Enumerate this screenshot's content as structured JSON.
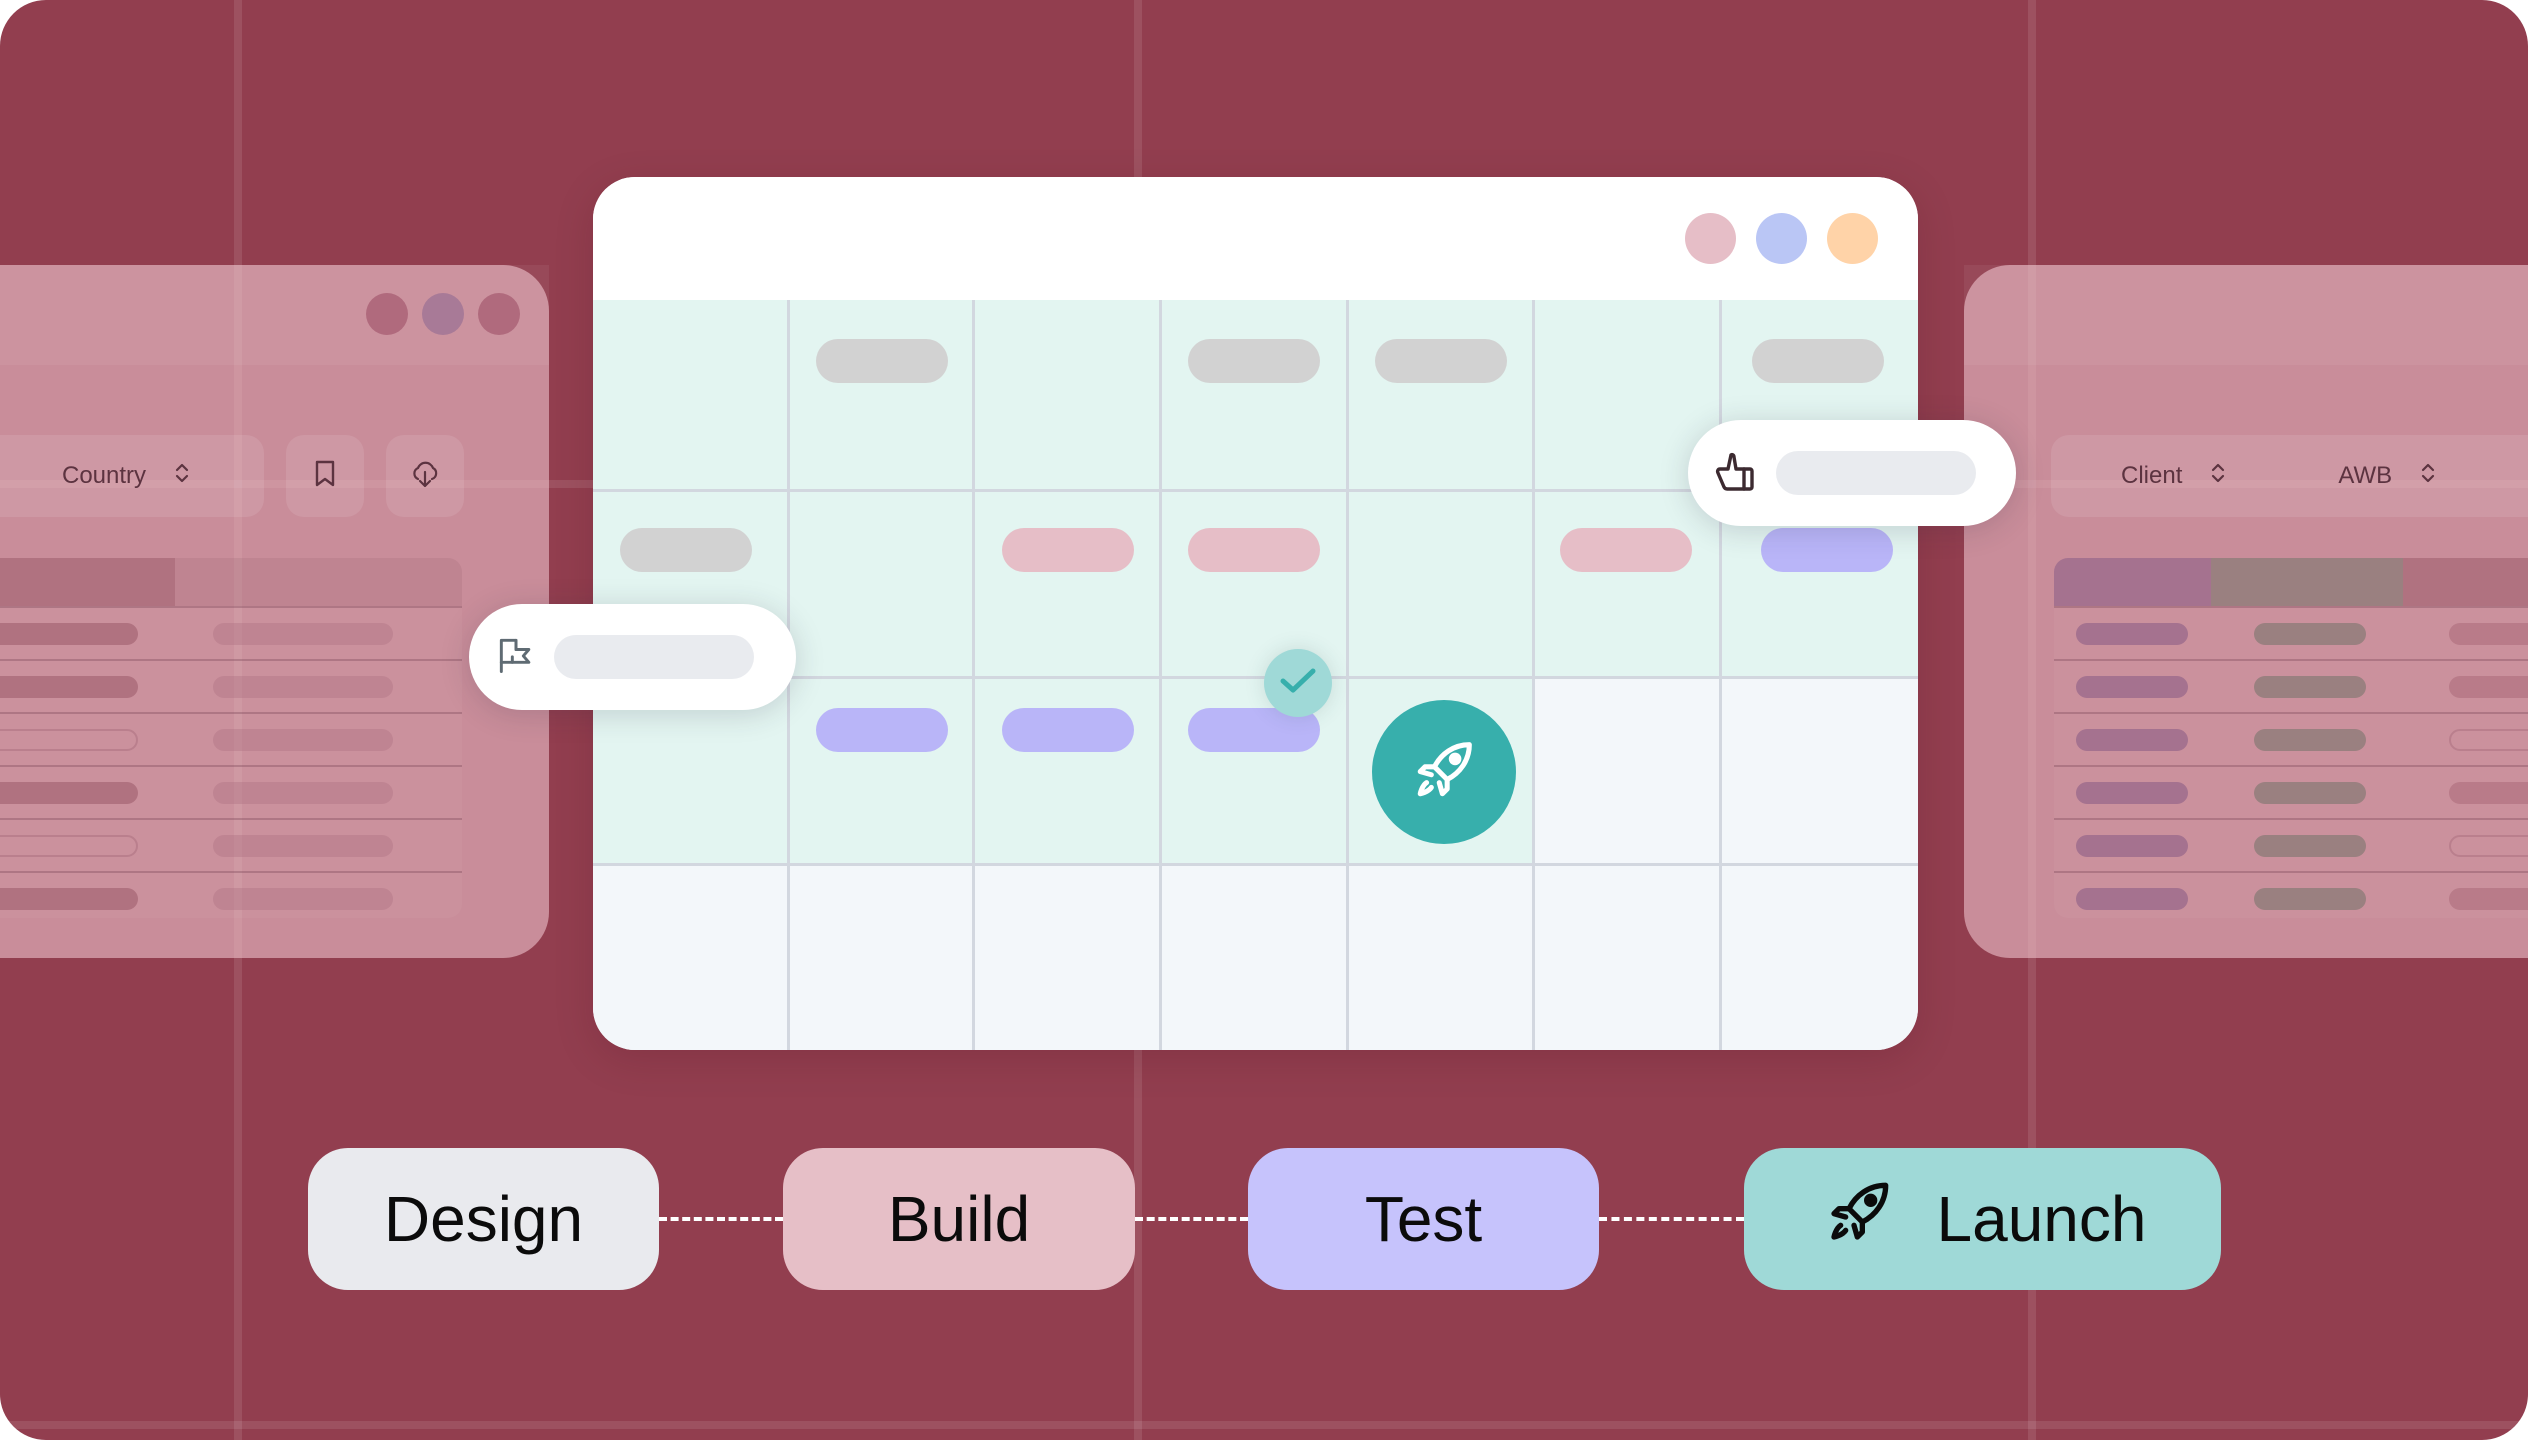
{
  "colors": {
    "background": "#923E4F",
    "calendar_active": "#E3F5F1",
    "calendar_idle": "#F3F7FA",
    "chip_gray": "#D2D2D2",
    "chip_pink": "#E6BEC7",
    "chip_purple": "#B9B5F8",
    "teal": "#37AFAC",
    "teal_light": "#9FD9D7"
  },
  "left_panel": {
    "window_dots": [
      "#B06A7D",
      "#A87A97",
      "#B06A7D"
    ],
    "filter_label": "Country",
    "filter_icon": "chevron-up-down-icon",
    "toolbar_icons": [
      "bookmark-icon",
      "cloud-download-icon"
    ],
    "rows": 6
  },
  "right_panel": {
    "columns": [
      {
        "label": "Client",
        "icon": "chevron-up-down-icon"
      },
      {
        "label": "AWB",
        "icon": "chevron-up-down-icon"
      }
    ],
    "rows": 6
  },
  "main_window": {
    "window_dots": [
      "#E6BEC7",
      "#BAC6F5",
      "#FFD3A8"
    ],
    "grid": {
      "columns": 7,
      "rows": 4
    },
    "popups": [
      {
        "icon": "flag-icon"
      },
      {
        "icon": "thumbs-up-icon"
      }
    ],
    "badges": [
      {
        "icon": "check-icon"
      },
      {
        "icon": "rocket-icon"
      }
    ]
  },
  "pipeline": {
    "stages": [
      {
        "label": "Design",
        "color": "#E9EAEE"
      },
      {
        "label": "Build",
        "color": "#E6BFC7"
      },
      {
        "label": "Test",
        "color": "#C6C3FC"
      },
      {
        "label": "Launch",
        "color": "#9FD9D7",
        "icon": "rocket-icon"
      }
    ]
  }
}
